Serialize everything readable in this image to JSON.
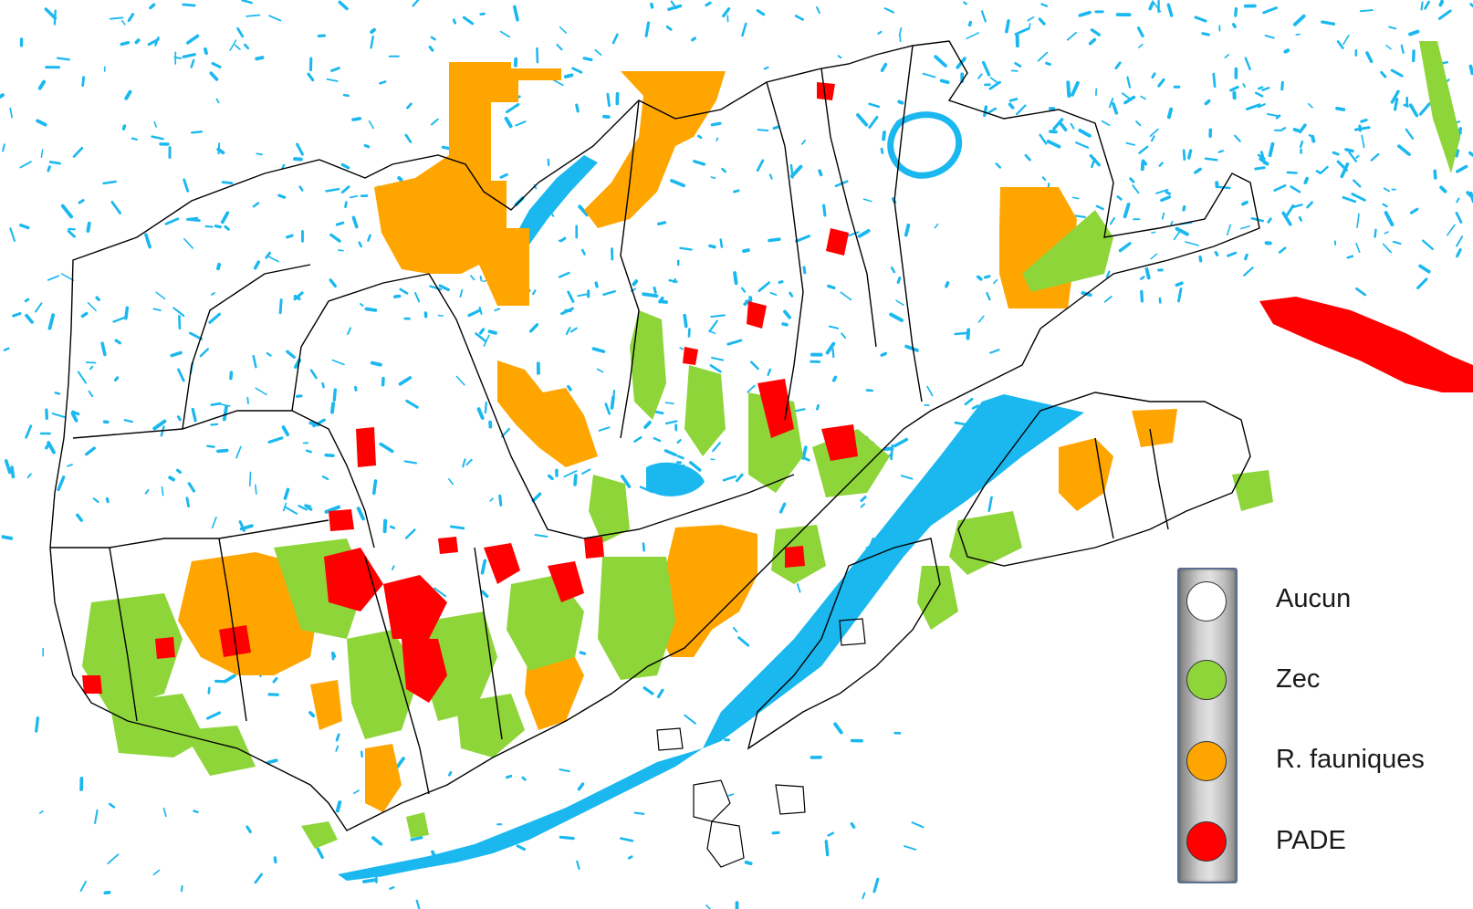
{
  "legend": {
    "items": [
      {
        "label": "Aucun",
        "color": "#ffffff"
      },
      {
        "label": "Zec",
        "color": "#8ed53a"
      },
      {
        "label": "R. fauniques",
        "color": "#ffa500"
      },
      {
        "label": "PADE",
        "color": "#ff0000"
      }
    ]
  },
  "colors": {
    "water": "#1ab8ef",
    "zec": "#8ed53a",
    "reserve": "#ffa500",
    "pade": "#ff0000",
    "boundary": "#000000",
    "background": "#ffffff"
  }
}
